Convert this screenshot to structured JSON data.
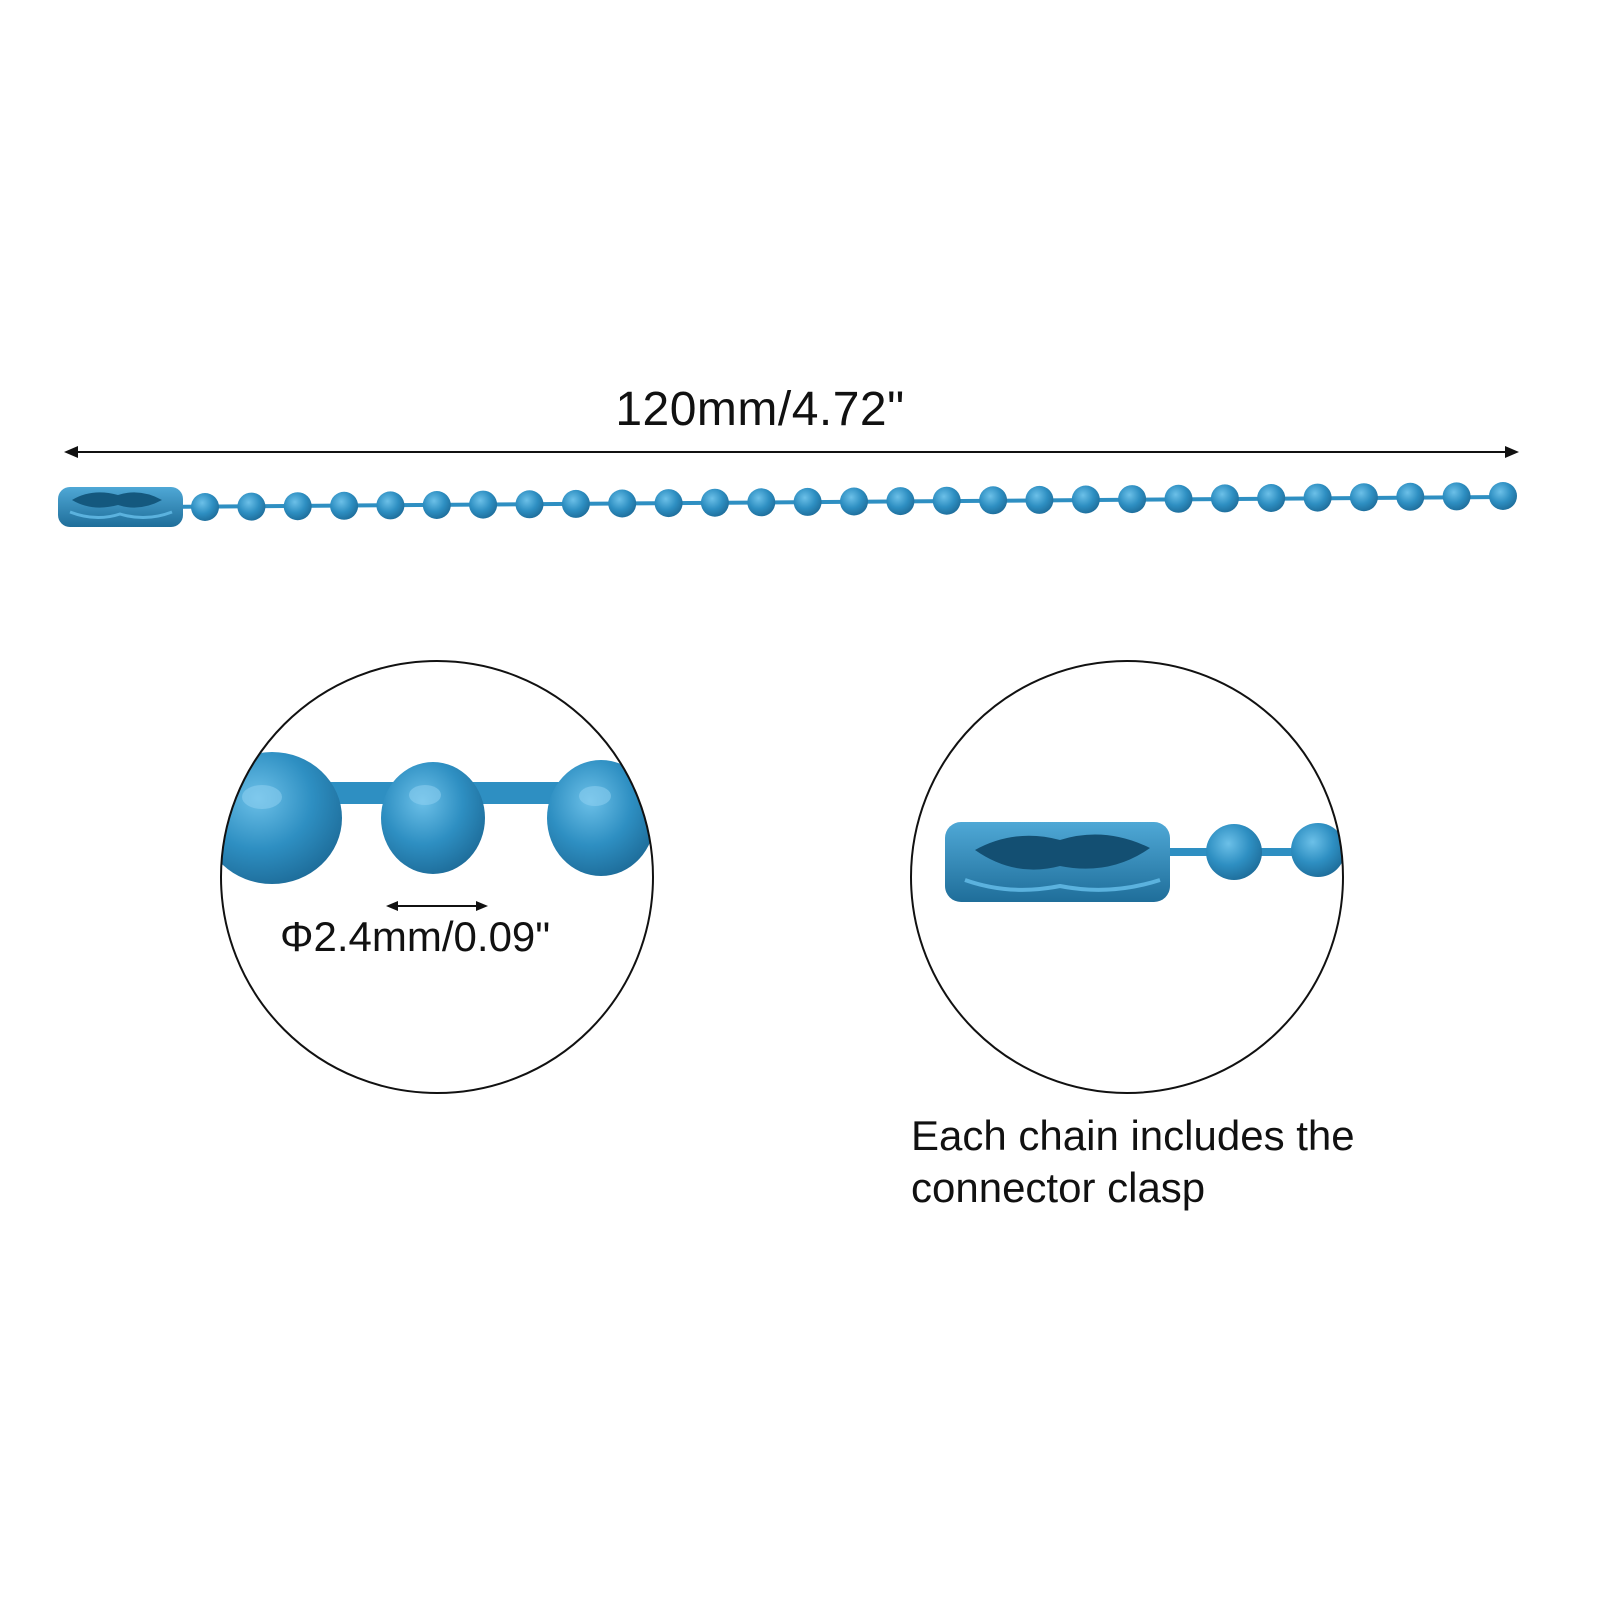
{
  "dimensions": {
    "length_label": "120mm/4.72\"",
    "diameter_label": "Φ2.4mm/0.09\""
  },
  "caption": {
    "line1": "Each chain includes the",
    "line2": "connector clasp"
  },
  "colors": {
    "chain": "#2E8FC2",
    "chain_dark": "#1F6E9A",
    "chain_light": "#5BB2DE",
    "outline": "#111111"
  },
  "chain": {
    "bead_count": 29
  }
}
